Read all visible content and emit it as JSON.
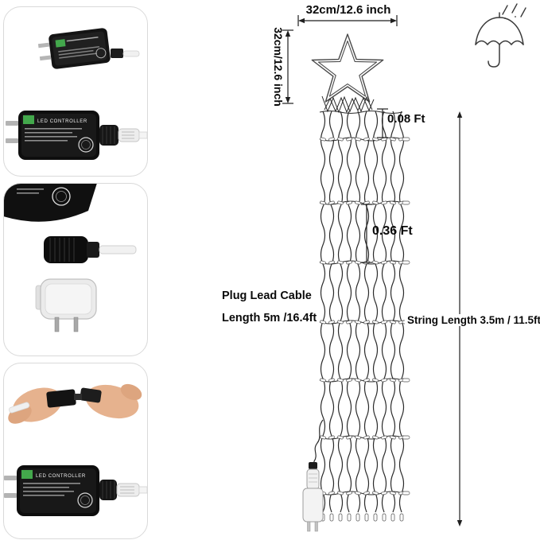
{
  "dimensions": {
    "star_width_label": "32cm/12.6 inch",
    "star_height_label": "32cm/12.6 inch",
    "top_gap_label": "0.08 Ft",
    "bulb_spacing_label": "0.36 Ft",
    "plug_lead_label_line1": "Plug Lead Cable",
    "plug_lead_label_line2": "Length 5m /16.4ft",
    "string_length_label": "String Length 3.5m / 11.5ft"
  },
  "photo_panels": [
    {
      "device_label": "LED CONTROLLER"
    },
    {
      "device_label": ""
    },
    {
      "device_label": "LED CONTROLLER"
    }
  ],
  "icons": {
    "waterproof": "umbrella-with-rain-icon"
  },
  "colors": {
    "wire": "#2b2b2b",
    "text": "#0a0a0a",
    "panel_border": "#d9d9d9",
    "adapter_black": "#111111",
    "accent_green": "#43a84c"
  }
}
